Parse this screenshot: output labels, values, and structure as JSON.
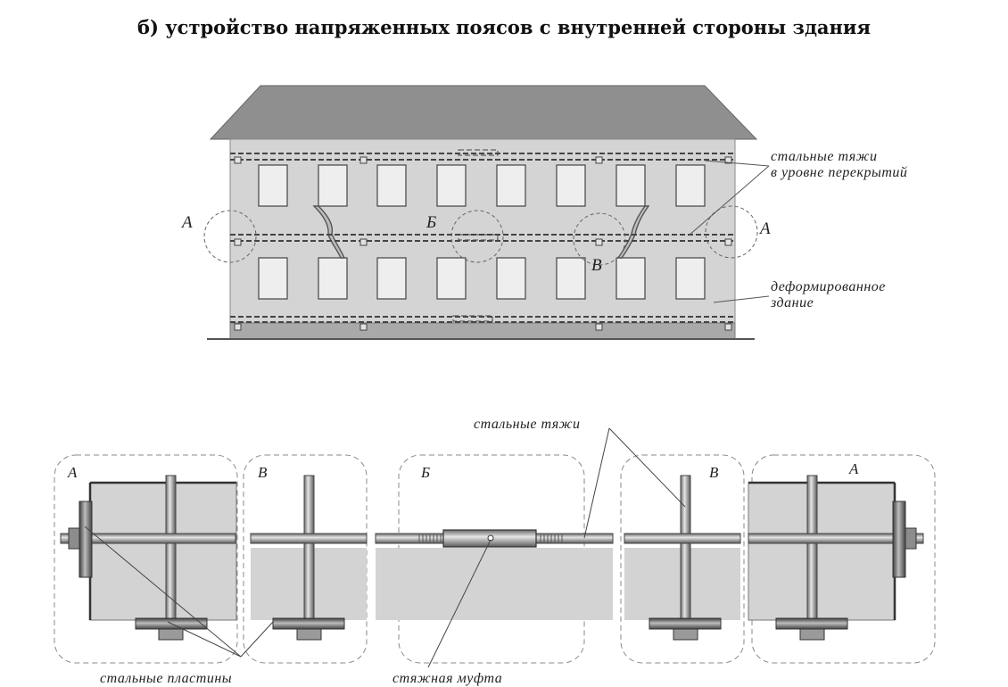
{
  "title": "б) устройство напряженных поясов с внутренней стороны здания",
  "building": {
    "tie_label_line1": "стальные тяжи",
    "tie_label_line2": "в уровне перекрытий",
    "deformed_label_line1": "деформированное",
    "deformed_label_line2": "здание",
    "marker_a_left": "А",
    "marker_a_right": "А",
    "marker_b": "Б",
    "marker_v": "В"
  },
  "details": {
    "ties_label": "стальные тяжи",
    "plates_label": "стальные пластины",
    "coupling_label": "стяжная муфта",
    "panel_a_left": "А",
    "panel_v_left": "В",
    "panel_b": "Б",
    "panel_v_right": "В",
    "panel_a_right": "А"
  }
}
